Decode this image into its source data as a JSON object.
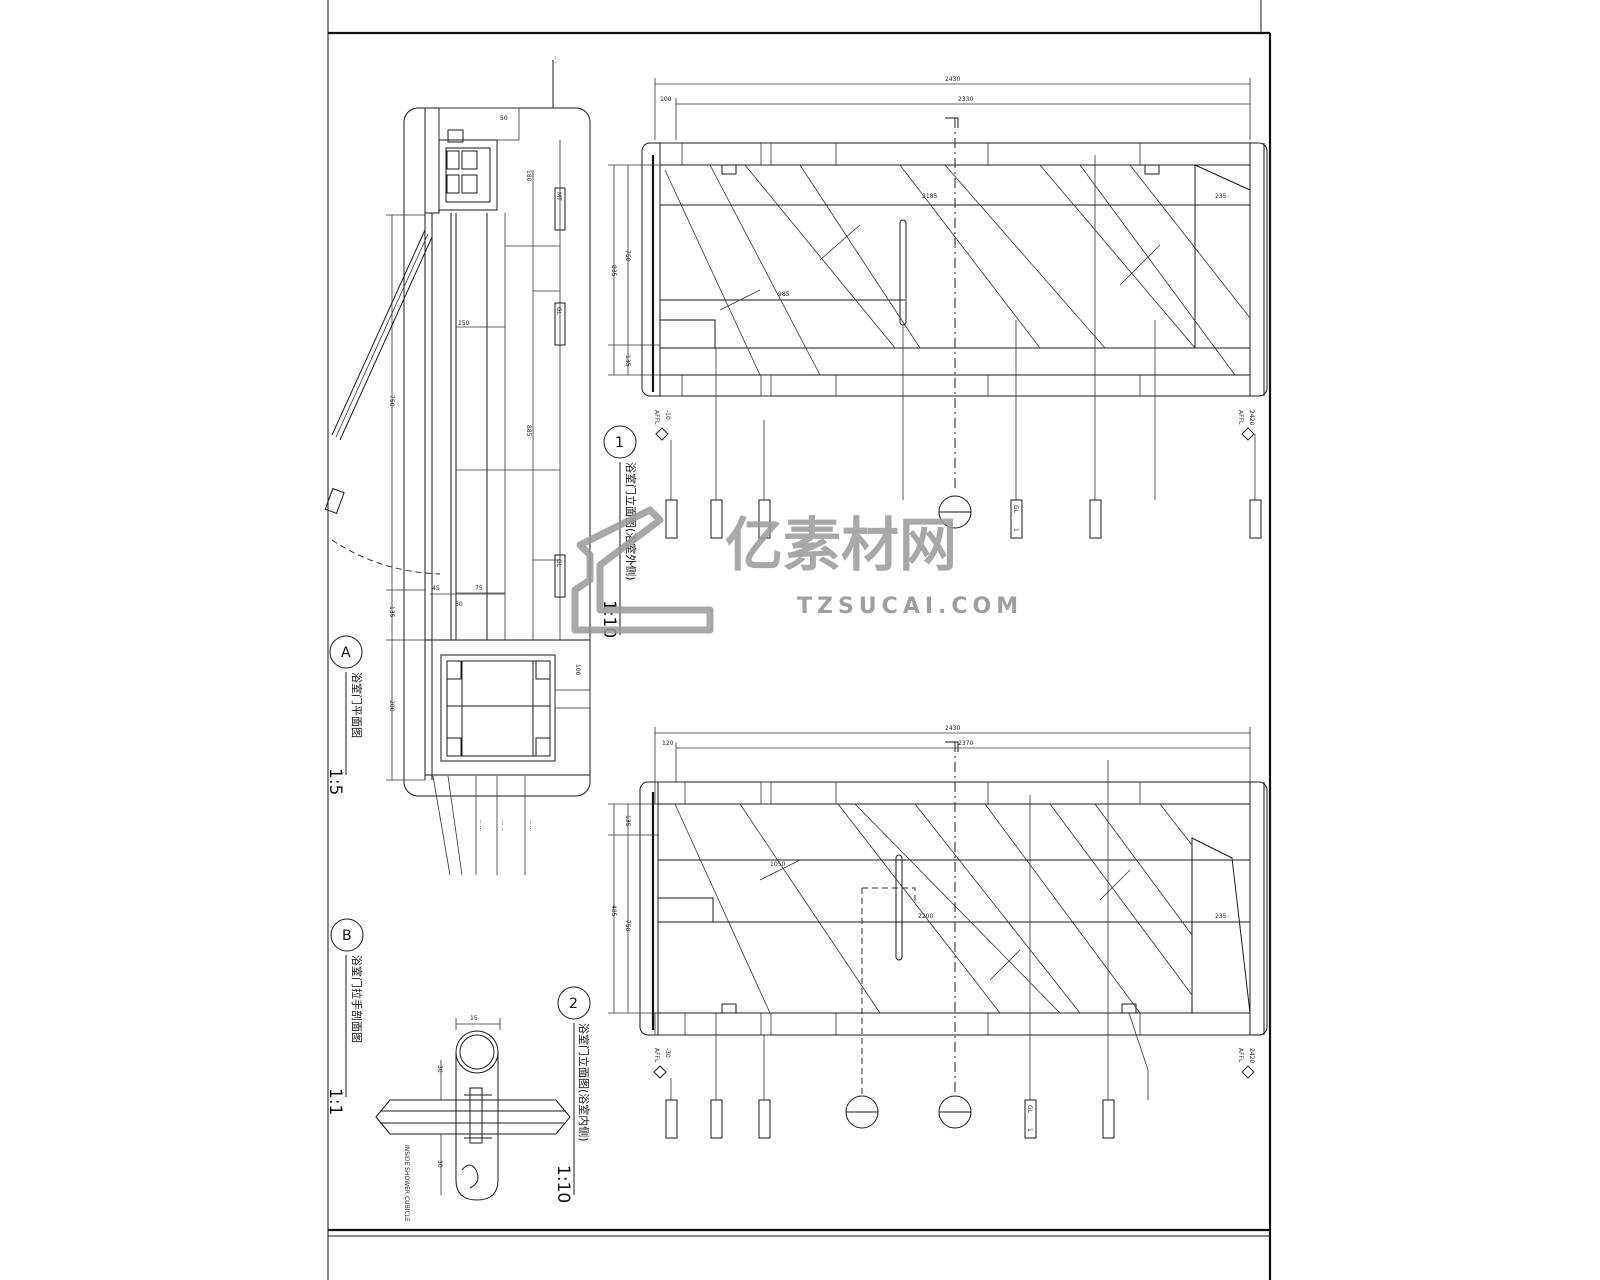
{
  "watermark": {
    "cn": "亿素材网",
    "en": "TZSUCAI.COM"
  },
  "detail_a": {
    "bubble": "A",
    "scale": "1:5"
  },
  "detail_b": {
    "bubble": "B",
    "scale": "1:1",
    "note": "INSIDE SHOWER CUBICLE"
  },
  "section_1": {
    "bubble": "1",
    "scale": "1:10",
    "dims_top": [
      "2430",
      "100",
      "2330"
    ],
    "dims_inner": [
      "2185",
      "235",
      "985"
    ],
    "dims_side": [
      "835",
      "750",
      "135"
    ],
    "level_left": "-10",
    "level_left_tag": "AFFL",
    "level_right": "2420",
    "level_right_tag": "AFFL",
    "tag_gl": "GL",
    "tag_no": "1"
  },
  "section_2": {
    "bubble": "2",
    "scale": "1:10",
    "dims_top": [
      "2430",
      "120",
      "2370"
    ],
    "dims_inner": [
      "1050",
      "2200",
      "235"
    ],
    "dims_side": [
      "135",
      "485",
      "750"
    ],
    "level_left": "-30",
    "level_left_tag": "AFFL",
    "level_right": "2420",
    "level_right_tag": "AFFL",
    "tag_gl": "GL",
    "tag_no": "1"
  },
  "detail_a_dims": [
    "50",
    "180",
    "150",
    "750",
    "885",
    "135",
    "45",
    "75",
    "30",
    "200",
    "100"
  ],
  "detail_a_tags": [
    "MT",
    "GL",
    "GL"
  ],
  "detail_b_dims": [
    "15",
    "30",
    "30"
  ]
}
